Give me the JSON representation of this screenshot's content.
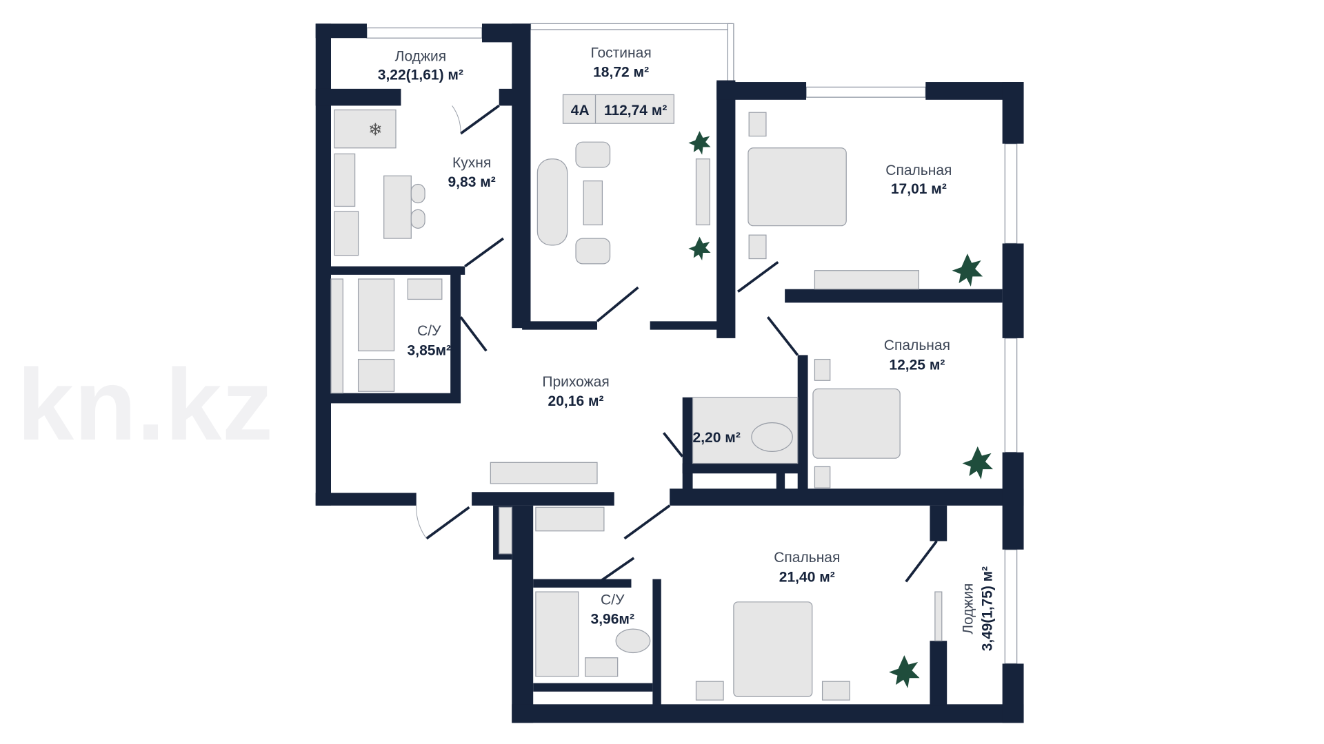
{
  "plan": {
    "apartment_code": "4A",
    "total_area": "112,74 м²",
    "watermark": "kn.kz",
    "colors": {
      "wall": "#16233b",
      "furniture": "#e6e6e6",
      "plant": "#1f4d3c"
    },
    "rooms": {
      "loggia_top": {
        "name": "Лоджия",
        "area": "3,22(1,61) м²"
      },
      "living": {
        "name": "Гостиная",
        "area": "18,72 м²"
      },
      "kitchen": {
        "name": "Кухня",
        "area": "9,83 м²"
      },
      "bedroom1": {
        "name": "Спальная",
        "area": "17,01 м²"
      },
      "bath1": {
        "name": "С/У",
        "area": "3,85м²"
      },
      "hallway": {
        "name": "Прихожая",
        "area": "20,16 м²"
      },
      "bedroom2": {
        "name": "Спальная",
        "area": "12,25 м²"
      },
      "wc": {
        "area": "2,20 м²"
      },
      "bedroom3": {
        "name": "Спальная",
        "area": "21,40 м²"
      },
      "bath2": {
        "name": "С/У",
        "area": "3,96м²"
      },
      "loggia_right": {
        "name": "Лоджия",
        "area": "3,49(1,75) м²"
      }
    }
  }
}
